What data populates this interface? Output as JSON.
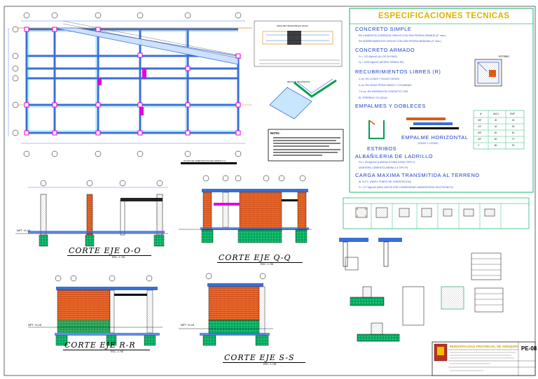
{
  "specs": {
    "title": "ESPECIFICACIONES TECNICAS",
    "concreto_simple": "CONCRETO SIMPLE",
    "cs_line1": "EN CIMIENTOS CORRIDOS CEM:HO CON 30% PIEDRA GRANDE (6\" max.)",
    "cs_line2": "EN SOBRECIMIENTOS CEM:HO CON 25% PIEDRA MEDIANA (3\" max.)",
    "concreto_armado": "CONCRETO ARMADO",
    "ca_line1": "f'c = 210 Kg/cm2 (A LOS 28 DIAS)",
    "ca_line2": "f'y = 4200 Kg/cm2 (ACERO GRADO 60)",
    "recubrimientos": "RECUBRIMIENTOS LIBRES (R)",
    "rec_line1": "2 cm. EN LOSAS Y VIGAS CHATAS",
    "rec_line2": "4 cm. EN VIGAS PERALTADAS Y COLUMNAS",
    "rec_line3": "7.5 cm. EN ZAPATAS EN CONTACTO CON",
    "rec_line4": "EL TERRENO Y/O AGUA",
    "empalmes": "EMPALMES Y DOBLECES",
    "estribos": "ESTRIBOS",
    "empalme_horizontal": "EMPALME HORIZONTAL",
    "empalme_sub": "(VIGAS Y LOSAS)",
    "albanileria": "ALBAÑILERIA DE LADRILLO",
    "alb_line1": "f'm = 45 Kg/cm2 (LADRILLO KING KONG TIPO IV",
    "alb_line2": "MORTERO CEMENTO:ARENA 1:4 TIPO P)",
    "carga": "CARGA MAXIMA TRANSMITIDA AL TERRENO",
    "carga_line1": "AL N.F.C. (NIVEL FONDO DE CIMENTACION)",
    "carga_line2": "G = 0.7 Kg/cm2 (MAS DATOS POR CONSIDERAR LABORATORIO GEOTECNICO)",
    "estribo_label": "ESTRIBO"
  },
  "cortes": {
    "oo": "CORTE EJE O-O",
    "qq": "CORTE EJE Q-Q",
    "rr": "CORTE EJE R-R",
    "ss": "CORTE EJE S-S",
    "scale": "ESC.: 1 / 50"
  },
  "plan_caption": "PLANO DE CIMENTACION DEL MODULO A",
  "nota_title": "NOTA:",
  "zona_label": "ZONA DE TRASLAPE EN VIGAS",
  "detalle_label": "DETALLE DE ESQUINA",
  "npt": "NPT +0.15",
  "title_block": {
    "entity": "MUNICIPALIDAD PROVINCIAL DE AREQUIPA",
    "sheet": "PE-08"
  },
  "empalme_table": {
    "headers": [
      "Ø",
      "ANCL",
      "EMP"
    ],
    "rows": [
      [
        "3/8\"",
        ".30",
        ".40"
      ],
      [
        "1/2\"",
        ".40",
        ".50"
      ],
      [
        "5/8\"",
        ".50",
        ".60"
      ],
      [
        "3/4\"",
        ".60",
        ".70"
      ],
      [
        "1\"",
        ".80",
        ".90"
      ]
    ]
  },
  "colors": {
    "concrete_green": "#00a050",
    "brick_orange": "#e05a10",
    "beam_blue": "#3a6fd8",
    "spec_green_border": "#00b060",
    "title_gold": "#e0b000",
    "magenta": "#e000e0"
  }
}
